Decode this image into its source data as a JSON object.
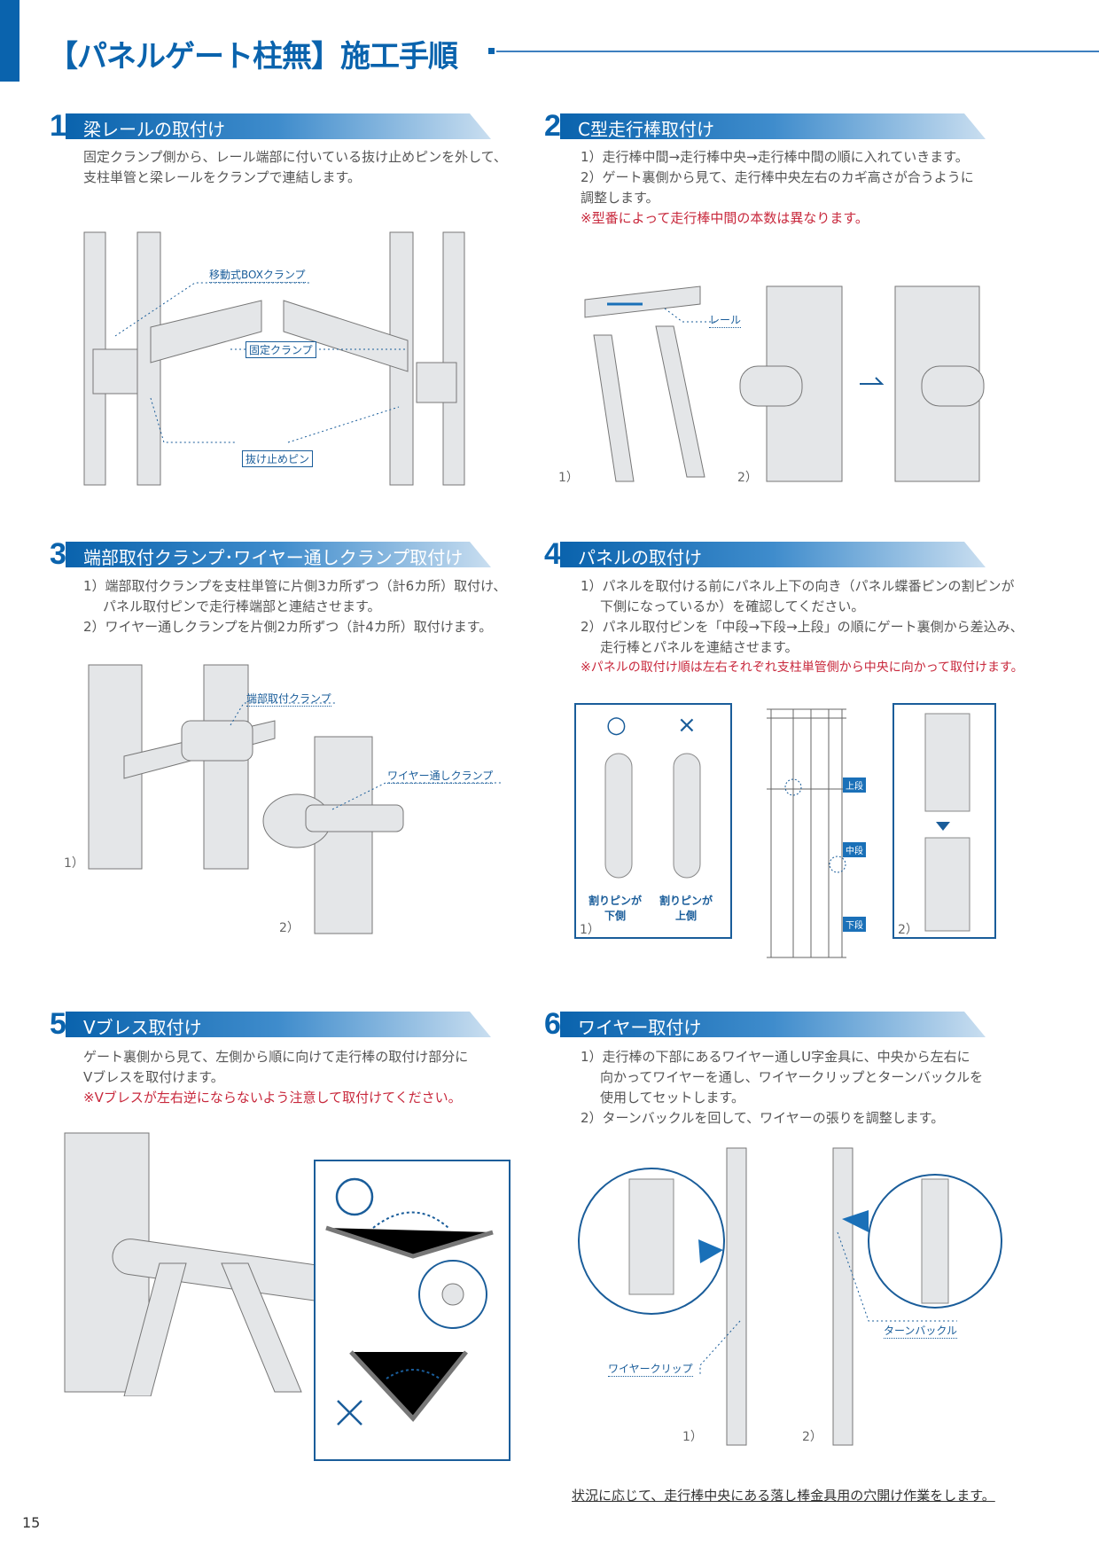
{
  "header": {
    "title": "【パネルゲート柱無】施工手順"
  },
  "sections": [
    {
      "num": "1",
      "title": "梁レールの取付け",
      "lines": [
        "固定クランプ側から、レール端部に付いている抜け止めピンを外して、",
        "支柱単管と梁レールをクランプで連結します。"
      ],
      "labels": [
        "移動式BOXクランプ",
        "固定クランプ",
        "抜け止めピン"
      ]
    },
    {
      "num": "2",
      "title": "C型走行棒取付け",
      "lines": [
        "1）走行棒中間→走行棒中央→走行棒中間の順に入れていきます。",
        "2）ゲート裏側から見て、走行棒中央左右のカギ高さが合うように",
        "調整します。"
      ],
      "note": "※型番によって走行棒中間の本数は異なります。",
      "labels": [
        "レール",
        "1）",
        "2）"
      ]
    },
    {
      "num": "3",
      "title": "端部取付クランプ･ワイヤー通しクランプ取付け",
      "lines": [
        "1）端部取付クランプを支柱単管に片側3カ所ずつ（計6カ所）取付け、",
        "パネル取付ピンで走行棒端部と連結させます。",
        "2）ワイヤー通しクランプを片側2カ所ずつ（計4カ所）取付けます。"
      ],
      "labels": [
        "端部取付クランプ",
        "ワイヤー通しクランプ",
        "1）",
        "2）"
      ]
    },
    {
      "num": "4",
      "title": "パネルの取付け",
      "lines": [
        "1）パネルを取付ける前にパネル上下の向き（パネル蝶番ピンの割ピンが",
        "下側になっているか）を確認してください。",
        "2）パネル取付ピンを「中段→下段→上段」の順にゲート裏側から差込み、",
        "走行棒とパネルを連結させます。"
      ],
      "note": "※パネルの取付け順は左右それぞれ支柱単管側から中央に向かって取付けます。",
      "labels": {
        "ok": "○",
        "ng": "×",
        "ok_caption": [
          "割りピンが",
          "下側"
        ],
        "ng_caption": [
          "割りピンが",
          "上側"
        ],
        "upper": "上段",
        "middle": "中段",
        "lower": "下段",
        "one": "1）",
        "two": "2）"
      }
    },
    {
      "num": "5",
      "title": "Vブレス取付け",
      "lines": [
        "ゲート裏側から見て、左側から順に向けて走行棒の取付け部分に",
        "Vブレスを取付けます。"
      ],
      "note": "※Vブレスが左右逆にならないよう注意して取付けてください。"
    },
    {
      "num": "6",
      "title": "ワイヤー取付け",
      "lines": [
        "1）走行棒の下部にあるワイヤー通しU字金具に、中央から左右に",
        "向かってワイヤーを通し、ワイヤークリップとターンバックルを",
        "使用してセットします。",
        "2）ターンバックルを回して、ワイヤーの張りを調整します。"
      ],
      "labels": [
        "ターンバックル",
        "ワイヤークリップ",
        "1）",
        "2）"
      ]
    }
  ],
  "footer": {
    "note": "状況に応じて、走行棒中央にある落し棒金具用の穴開け作業をします。",
    "page": "15"
  },
  "colors": {
    "brand": "#0a63ad",
    "warning": "#c8283c"
  }
}
